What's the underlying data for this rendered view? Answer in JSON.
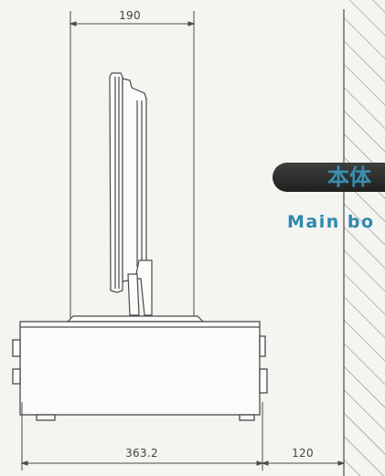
{
  "dimensions": {
    "top_width": "190",
    "base_width": "363.2",
    "wall_gap": "120"
  },
  "labels": {
    "main_body_jp": "本体",
    "main_body_en": "Main bo"
  },
  "colors": {
    "line": "#4a4a4a",
    "accent_text": "#2f88ad",
    "pill_background": "#2a2d2a"
  }
}
